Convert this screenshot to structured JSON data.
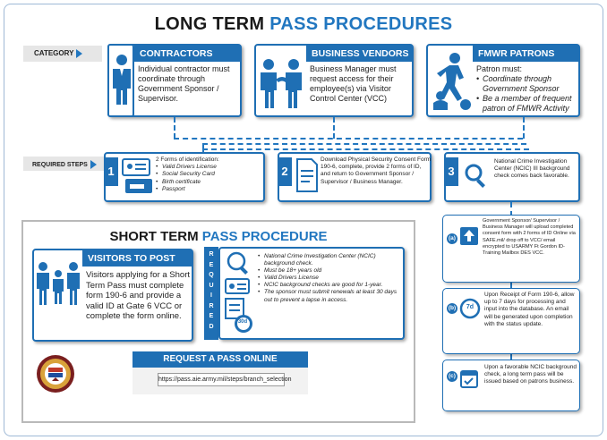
{
  "title": {
    "part1": "LONG TERM",
    "part2": "PASS PROCEDURES"
  },
  "category_label": "CATEGORY",
  "required_steps_label": "REQUIRED STEPS",
  "categories": [
    {
      "title": "CONTRACTORS",
      "text": "Individual contractor must coordinate through Government Sponsor / Supervisor."
    },
    {
      "title": "BUSINESS VENDORS",
      "text": "Business Manager must request access for their employee(s) via Visitor Control Center (VCC)"
    },
    {
      "title": "FMWR PATRONS",
      "intro": "Patron must:",
      "bullets": [
        "Coordinate through Government Sponsor",
        "Be a member of frequent patron of FMWR Activity"
      ]
    }
  ],
  "steps": [
    {
      "number": "1",
      "intro": "2 Forms of identification:",
      "items": [
        "Valid Drivers License",
        "Social Security Card",
        "Birth certificate",
        "Passport"
      ]
    },
    {
      "number": "2",
      "text": "Download Physical Security Consent Form 190-6, complete, provide 2 forms of ID, and return to Government Sponsor / Supervisor / Business Manager."
    },
    {
      "number": "3",
      "text": "National Crime Investigation Center (NCIC) III background check comes back favorable."
    }
  ],
  "substeps": [
    {
      "letter": "(a)",
      "text": "Government Sponsor/ Supervisor / Business Manager will upload completed consent form with 2 forms of ID Online via SAFE.mil/ drop off to VCC/ email encrypted to USARMY Ft Gordon ID-Training Mailbox DES VCC."
    },
    {
      "letter": "(b)",
      "badge": "7d",
      "text": "Upon Receipt of Form 190-6, allow up to 7 days for processing and input into the database. An email will be generated upon completion with the status update."
    },
    {
      "letter": "(c)",
      "text": "Upon a favorable NCIC background check, a long term pass will be issued based on patrons business."
    }
  ],
  "short_term": {
    "title_part1": "SHORT TERM",
    "title_part2": "PASS PROCEDURE",
    "visitors_title": "VISITORS TO POST",
    "visitors_text": "Visitors applying for a Short Term Pass must complete form 190-6 and provide a valid ID at Gate 6 VCC or complete the form online.",
    "required_letters": [
      "R",
      "E",
      "Q",
      "U",
      "I",
      "R",
      "E",
      "D"
    ],
    "required_items": [
      "National Crime Investigation Center (NCIC) background check.",
      "Must be 18+ years old",
      "Valid Drivers License",
      "NCIC background checks are good for 1-year.",
      "The sponsor must submit renewals at least 30 days out to prevent a lapse in access."
    ],
    "calendar_badge": "30d"
  },
  "online": {
    "title": "REQUEST A PASS ONLINE",
    "url": "https://pass.aie.army.mil/steps/branch_selection"
  },
  "colors": {
    "primary": "#1f6fb4",
    "accent": "#2277c0",
    "heading": "#1a1a1a"
  }
}
